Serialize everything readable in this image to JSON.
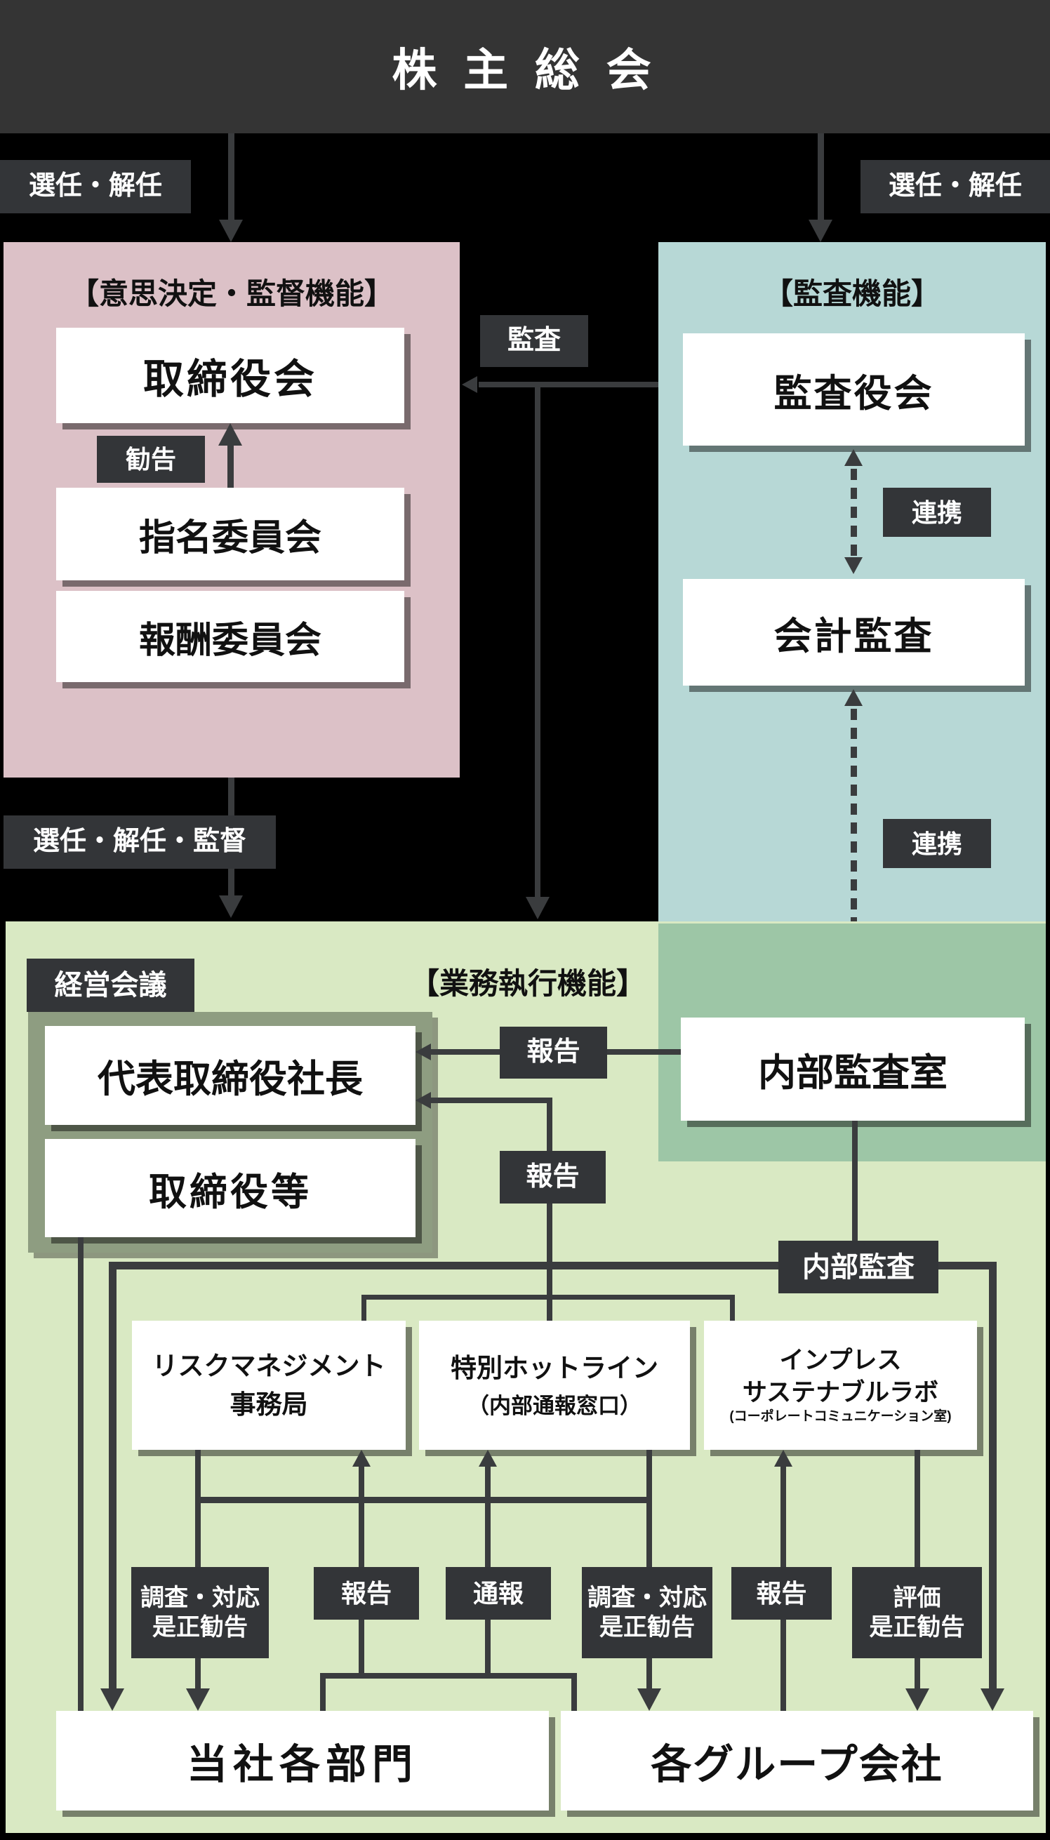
{
  "header": {
    "title": "株 主 総 会"
  },
  "top_labels": {
    "appoint_left": "選任・解任",
    "appoint_right": "選任・解任"
  },
  "pink_panel": {
    "title": "【意思決定・監督機能】",
    "board": "取締役会",
    "recommend": "勧告",
    "nomination": "指名委員会",
    "compensation": "報酬委員会"
  },
  "blue_panel": {
    "title": "【監査機能】",
    "audit_board": "監査役会",
    "cooperation1": "連携",
    "accounting_audit": "会計監査",
    "cooperation2": "連携",
    "internal_audit_office": "内部監査室"
  },
  "audit_label": "監査",
  "appoint_supervise": "選任・解任・監督",
  "green_panel": {
    "title": "【業務執行機能】",
    "management_meeting": "経営会議",
    "president": "代表取締役社長",
    "directors": "取締役等",
    "report1": "報告",
    "report2": "報告",
    "internal_audit": "内部監査",
    "risk_box": {
      "line1": "リスクマネジメント",
      "line2": "事務局"
    },
    "hotline_box": {
      "line1": "特別ホットライン",
      "line2": "（内部通報窓口）"
    },
    "impress_box": {
      "line1": "インプレス",
      "line2": "サステナブルラボ",
      "line3": "(コーポレートコミュニケーション室)"
    },
    "investigate1": {
      "line1": "調査・対応",
      "line2": "是正勧告"
    },
    "report3": "報告",
    "whistle": "通報",
    "investigate2": {
      "line1": "調査・対応",
      "line2": "是正勧告"
    },
    "report4": "報告",
    "evaluation": {
      "line1": "評価",
      "line2": "是正勧告"
    },
    "departments": "当社各部門",
    "group_companies": "各グループ会社"
  },
  "colors": {
    "background": "#000000",
    "header_bar": "#343434",
    "dark_label": "#333538",
    "line": "#3a3c3e",
    "pink": "#dcc1c7",
    "blue": "#b7d8d6",
    "blue_green_overlap": "#9dc6a6",
    "green": "#d9e9c3",
    "council_container": "#8e9d81",
    "node_box": "#ffffff"
  }
}
